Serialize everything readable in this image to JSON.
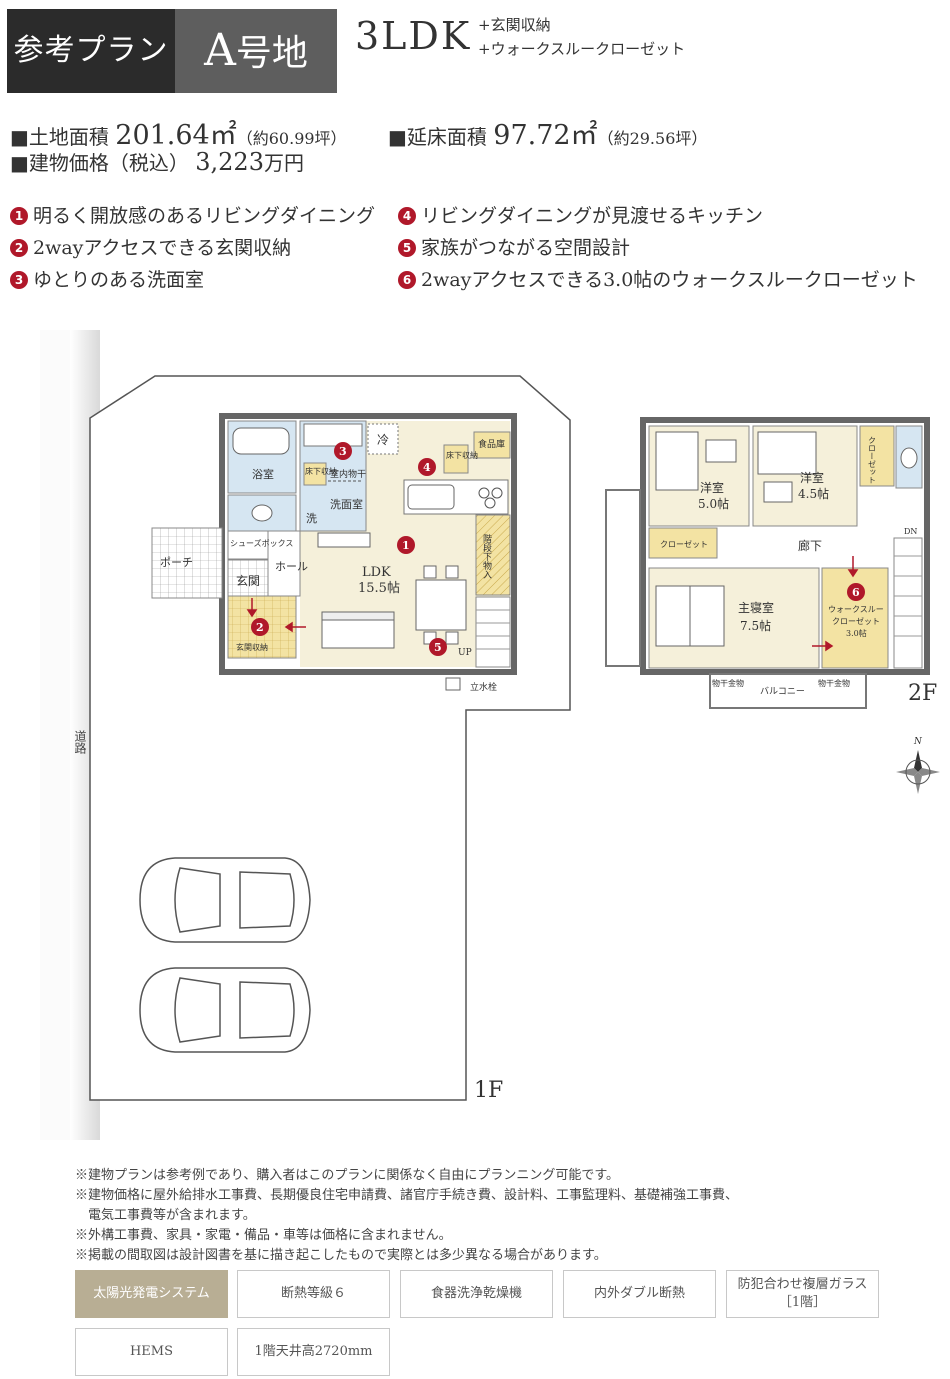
{
  "header": {
    "plan_tag": "参考プラン",
    "lot_letter": "A",
    "lot_suffix": "号地",
    "layout": "3LDK",
    "sub1": "+玄関収納",
    "sub2": "+ウォークスルークローゼット"
  },
  "specs": {
    "land_label": "■土地面積",
    "land_value": "201.64㎡",
    "land_tsubo": "（約60.99坪）",
    "floor_label": "■延床面積",
    "floor_value": "97.72㎡",
    "floor_tsubo": "（約29.56坪）",
    "price_label": "■建物価格（税込）",
    "price_value": "3,223",
    "price_unit": "万円"
  },
  "features": [
    {
      "no": "1",
      "text": "明るく開放感のあるリビングダイニング"
    },
    {
      "no": "2",
      "text": "2wayアクセスできる玄関収納"
    },
    {
      "no": "3",
      "text": "ゆとりのある洗面室"
    },
    {
      "no": "4",
      "text": "リビングダイニングが見渡せるキッチン"
    },
    {
      "no": "5",
      "text": "家族がつながる空間設計"
    },
    {
      "no": "6",
      "text": "2wayアクセスできる3.0帖のウォークスルークローゼット"
    }
  ],
  "plan1f": {
    "road": "道路",
    "bath": "浴室",
    "washroom": "洗面室",
    "wash_short": "洗",
    "underfloor1": "床下収納",
    "indoor_dry": "室内物干",
    "fridge": "冷",
    "pantry": "食品庫",
    "underfloor2": "床下収納",
    "shoes_box": "シューズボックス",
    "hall": "ホール",
    "entrance": "玄関",
    "porch": "ポーチ",
    "entrance_storage": "玄関収納",
    "ldk": "LDK",
    "ldk_size": "15.5帖",
    "stair_storage": "階段下物入",
    "up": "UP",
    "faucet": "立水栓",
    "floor": "1F"
  },
  "plan2f": {
    "room1": "洋室",
    "room1_size": "5.0帖",
    "room2": "洋室",
    "room2_size": "4.5帖",
    "closet1": "クローゼット",
    "closet2": "クローゼット",
    "corridor": "廊下",
    "dn": "DN",
    "master": "主寝室",
    "master_size": "7.5帖",
    "wic1": "ウォークスルー",
    "wic2": "クローゼット",
    "wic3": "3.0帖",
    "dry_left": "物干金物",
    "dry_right": "物干金物",
    "balcony": "バルコニー",
    "floor": "2F",
    "north": "N"
  },
  "notes": [
    "※建物プランは参考例であり、購入者はこのプランに関係なく自由にプランニング可能です。",
    "※建物価格に屋外給排水工事費、長期優良住宅申請費、諸官庁手続き費、設計料、工事監理料、基礎補強工事費、",
    "　電気工事費等が含まれます。",
    "※外構工事費、家具・家電・備品・車等は価格に含まれません。",
    "※掲載の間取図は設計図書を基に描き起こしたもので実際とは多少異なる場合があります。"
  ],
  "equipment": [
    {
      "label": "太陽光発電システム",
      "active": true
    },
    {
      "label": "断熱等級６",
      "active": false
    },
    {
      "label": "食器洗浄乾燥機",
      "active": false
    },
    {
      "label": "内外ダブル断熱",
      "active": false
    },
    {
      "label": "防犯合わせ複層ガラス",
      "sub": "［1階］",
      "active": false
    },
    {
      "label": "HEMS",
      "active": false
    },
    {
      "label": "1階天井高2720mm",
      "active": false
    }
  ],
  "colors": {
    "accent_red": "#b0182a",
    "room_cream": "#f5f0da",
    "storage_yellow": "#f3e3a3",
    "water_blue": "#d6e6f2",
    "tile_active": "#b8ae94"
  }
}
